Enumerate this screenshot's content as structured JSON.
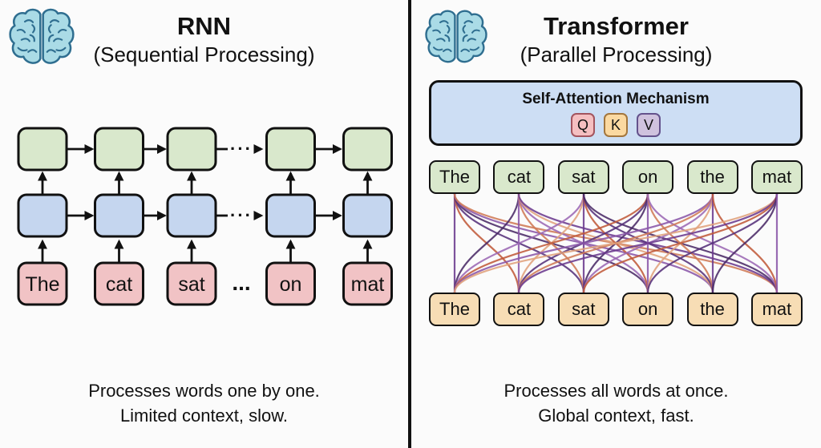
{
  "palette": {
    "ink": "#111111",
    "green_box": "#d9e8cc",
    "blue_box": "#c5d6ef",
    "pink_box": "#f1c3c5",
    "orange_box": "#f7ddb5",
    "attention_fill": "#cddef4",
    "brain_fill": "#aadbe6",
    "brain_stroke": "#2f6e90"
  },
  "left": {
    "title": "RNN",
    "subtitle": "(Sequential Processing)",
    "words": [
      "The",
      "cat",
      "sat",
      "on",
      "mat"
    ],
    "row_dots": "···",
    "word_dots": "...",
    "caption": {
      "line1": "Processes words one by one.",
      "line2": "Limited context, slow."
    }
  },
  "right": {
    "title": "Transformer",
    "subtitle": "(Parallel Processing)",
    "attention": {
      "label": "Self-Attention Mechanism",
      "chips": [
        {
          "label": "Q",
          "fill": "#f5bfc1",
          "border": "#a3545e"
        },
        {
          "label": "K",
          "fill": "#fbd9a1",
          "border": "#a3763d"
        },
        {
          "label": "V",
          "fill": "#cfc2de",
          "border": "#64528c"
        }
      ]
    },
    "top_words": [
      "The",
      "cat",
      "sat",
      "on",
      "the",
      "mat"
    ],
    "bottom_words": [
      "The",
      "cat",
      "sat",
      "on",
      "the",
      "mat"
    ],
    "line_palette": [
      "#6b3a8e",
      "#cf7a55",
      "#55307a",
      "#e0a27c",
      "#8a56a8",
      "#c05a3a",
      "#9b68b4",
      "#4a2a66"
    ],
    "caption": {
      "line1": "Processes all words at once.",
      "line2": "Global context, fast."
    }
  }
}
